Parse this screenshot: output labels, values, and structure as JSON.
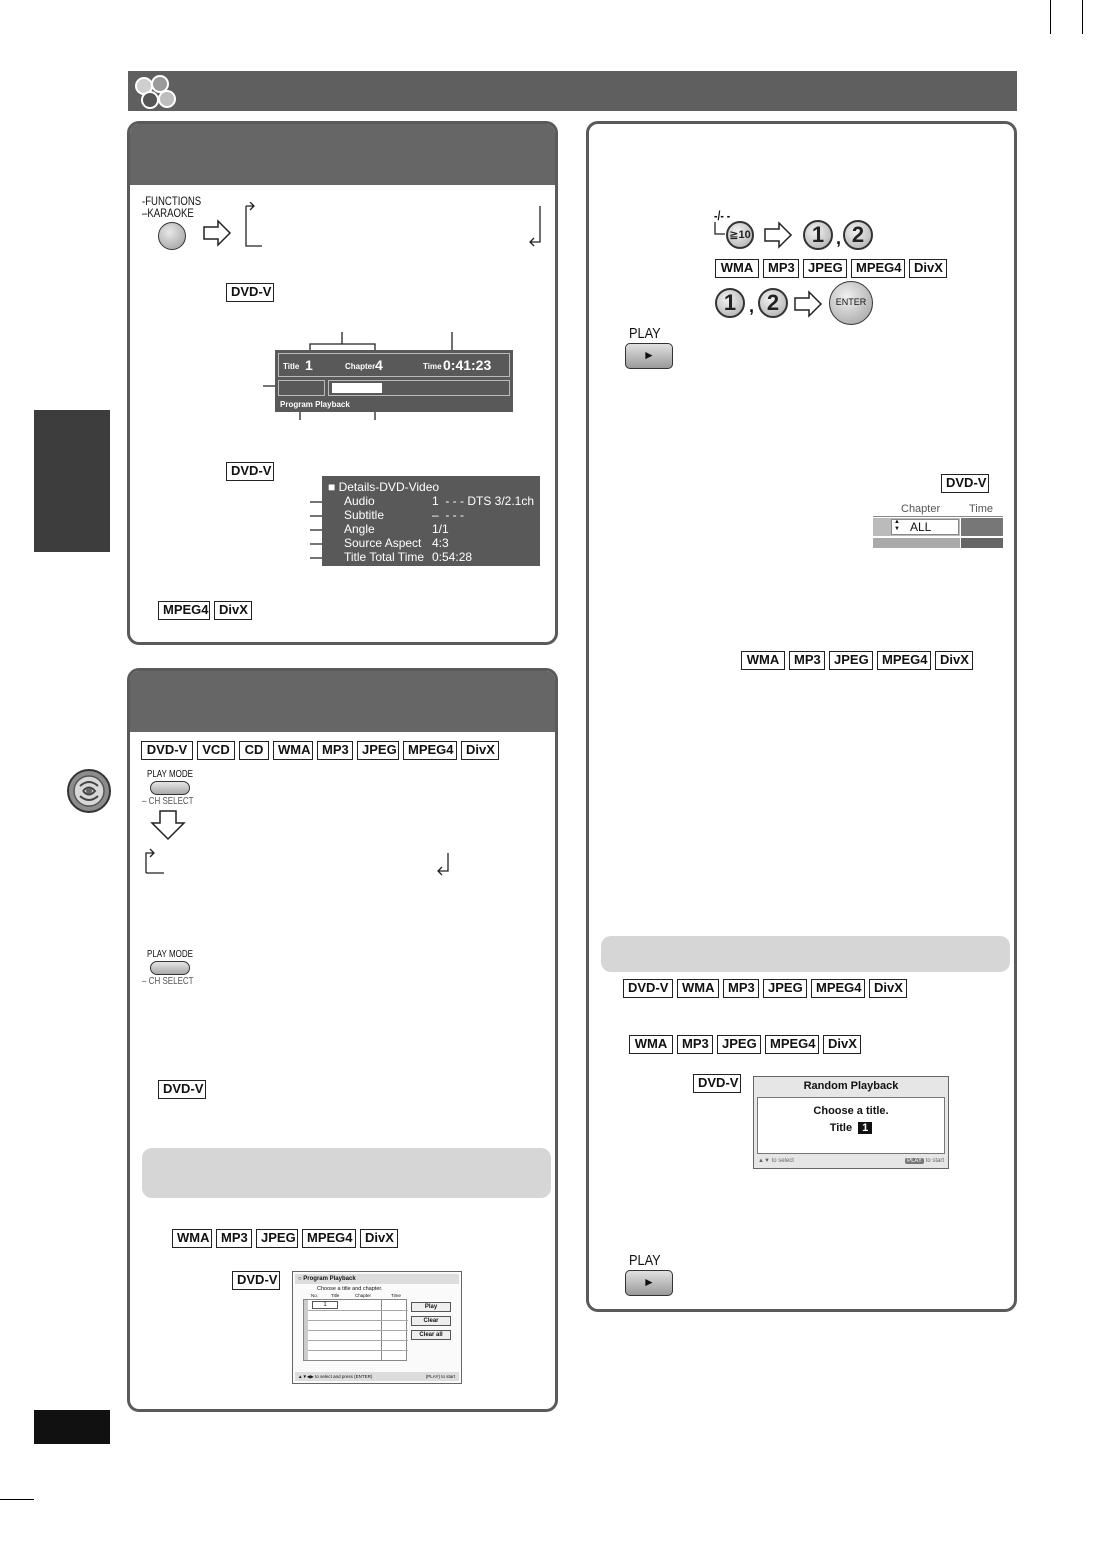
{
  "section_left_1": {
    "buttons": {
      "functions": "-FUNCTIONS",
      "karaoke": "KARAOKE"
    },
    "formats_osd": [
      "DVD-V"
    ],
    "osd": {
      "title_label": "Title",
      "title_value": "1",
      "chapter_label": "Chapter",
      "chapter_value": "4",
      "time_label": "Time",
      "time_value": "0:41:23",
      "mode_label": "Program Playback"
    },
    "formats_details": [
      "DVD-V"
    ],
    "details": {
      "header": "Details-DVD-Video",
      "rows": [
        {
          "label": "Audio",
          "value": "1  - - - DTS 3/2.1ch"
        },
        {
          "label": "Subtitle",
          "value": "–  - - -"
        },
        {
          "label": "Angle",
          "value": "1/1"
        },
        {
          "label": "Source Aspect",
          "value": "4:3"
        },
        {
          "label": "Title Total Time",
          "value": "0:54:28"
        }
      ]
    },
    "formats_bottom": [
      "MPEG4",
      "DivX"
    ]
  },
  "section_left_2": {
    "formats": [
      "DVD-V",
      "VCD",
      "CD",
      "WMA",
      "MP3",
      "JPEG",
      "MPEG4",
      "DivX"
    ],
    "button_play_mode": "PLAY MODE",
    "button_ch_select": "CH SELECT",
    "formats_dvd": [
      "DVD-V"
    ],
    "formats_program": [
      "WMA",
      "MP3",
      "JPEG",
      "MPEG4",
      "DivX"
    ],
    "formats_program_dvd": [
      "DVD-V"
    ],
    "program_screen": {
      "title": "Program Playback",
      "instruction": "Choose a title and chapter.",
      "columns": [
        "No.",
        "Title",
        "Chapter",
        "Time"
      ],
      "first_no": "1",
      "buttons": [
        "Play",
        "Clear",
        "Clear all"
      ],
      "footer_left": "to select and press",
      "footer_enter": "ENTER",
      "footer_play": "PLAY",
      "footer_right": "to start"
    }
  },
  "section_right": {
    "num_button_label": "-/- -",
    "num_button_face": "≧10",
    "numbers": [
      "1",
      "2"
    ],
    "formats_row1": [
      "WMA",
      "MP3",
      "JPEG",
      "MPEG4",
      "DivX"
    ],
    "enter_label": "ENTER",
    "play_label": "PLAY",
    "formats_chapter": [
      "DVD-V"
    ],
    "chapter_box": {
      "chapter_label": "Chapter",
      "time_label": "Time",
      "value": "ALL"
    },
    "formats_mid": [
      "WMA",
      "MP3",
      "JPEG",
      "MPEG4",
      "DivX"
    ],
    "formats_random1": [
      "DVD-V",
      "WMA",
      "MP3",
      "JPEG",
      "MPEG4",
      "DivX"
    ],
    "formats_random2": [
      "WMA",
      "MP3",
      "JPEG",
      "MPEG4",
      "DivX"
    ],
    "formats_random_dvd": [
      "DVD-V"
    ],
    "random_screen": {
      "title": "Random Playback",
      "line1": "Choose a title.",
      "title_label": "Title",
      "title_value": "1",
      "footer_left": "to select",
      "footer_play": "PLAY",
      "footer_right": "to start"
    },
    "play_label_2": "PLAY"
  }
}
